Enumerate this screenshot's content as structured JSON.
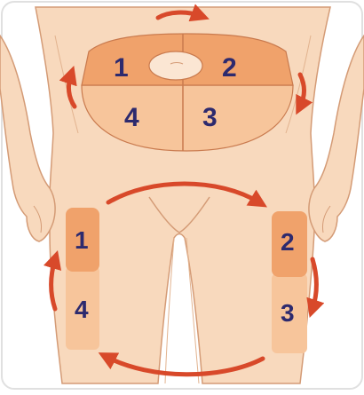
{
  "colors": {
    "background": "#ffffff",
    "skin": "#f8d9bd",
    "skin_shadow": "#ecc09c",
    "outline": "#d49b76",
    "zone_dark": "#f0a26b",
    "zone_light": "#f7c59b",
    "zone_line": "#c97a4e",
    "arrow": "#d8492a",
    "label": "#2d2a6e",
    "border": "#e0e0e0"
  },
  "abdomen": {
    "zones": [
      {
        "label": "1",
        "shade": "dark"
      },
      {
        "label": "2",
        "shade": "dark"
      },
      {
        "label": "4",
        "shade": "light"
      },
      {
        "label": "3",
        "shade": "light"
      }
    ]
  },
  "left_thigh": {
    "zones": [
      {
        "label": "1",
        "shade": "dark"
      },
      {
        "label": "4",
        "shade": "light"
      }
    ]
  },
  "right_thigh": {
    "zones": [
      {
        "label": "2",
        "shade": "dark"
      },
      {
        "label": "3",
        "shade": "light"
      }
    ]
  },
  "arrows": [
    {
      "name": "abdomen-top-arrow-icon",
      "direction": "clockwise"
    },
    {
      "name": "abdomen-left-arrow-icon",
      "direction": "counter-clockwise"
    },
    {
      "name": "abdomen-right-arrow-icon",
      "direction": "clockwise"
    },
    {
      "name": "thigh-top-arrow-icon",
      "direction": "clockwise"
    },
    {
      "name": "thigh-left-arrow-icon",
      "direction": "counter-clockwise"
    },
    {
      "name": "thigh-right-arrow-icon",
      "direction": "clockwise"
    },
    {
      "name": "thigh-bottom-arrow-icon",
      "direction": "counter-clockwise"
    }
  ]
}
